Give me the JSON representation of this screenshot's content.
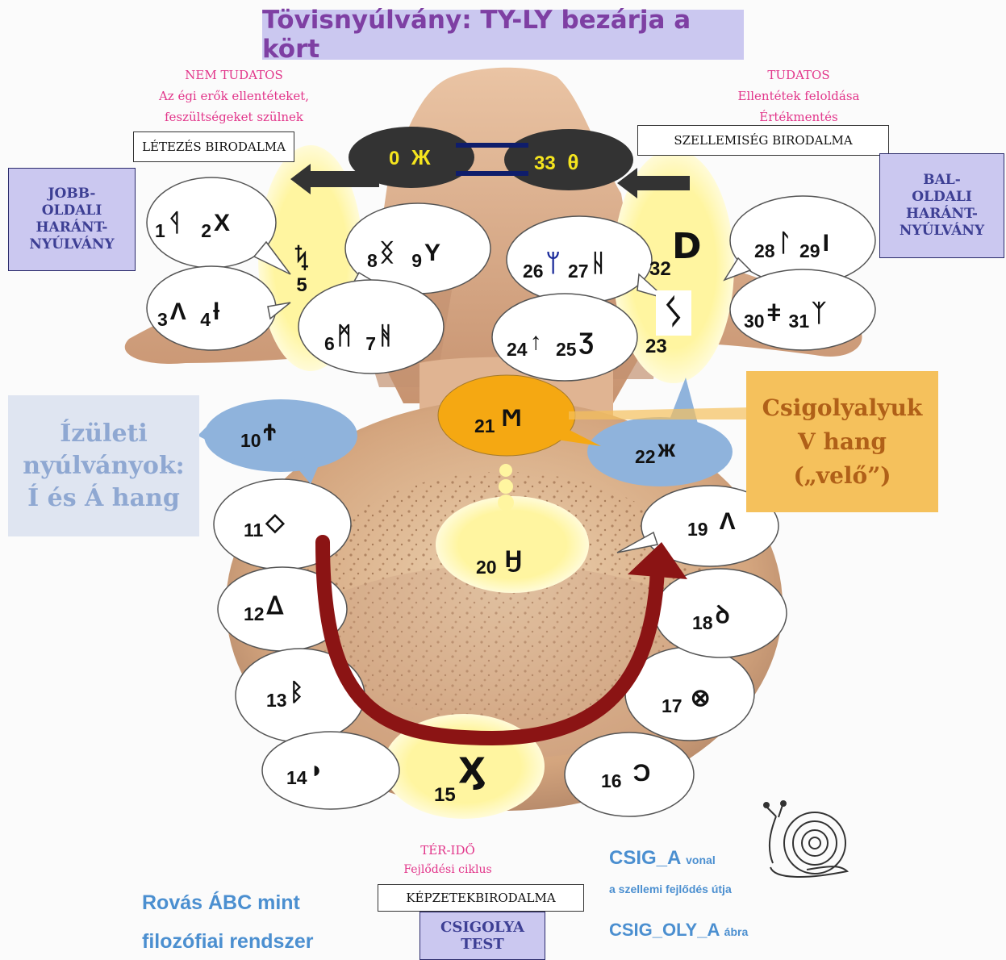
{
  "title": "Tövisnyúlvány: TY-LY bezárja a kört",
  "left_header": {
    "line1": "NEM TUDATOS",
    "line2": "Az égi erők ellentéteket,",
    "line3": "feszültségeket szülnek"
  },
  "right_header": {
    "line1": "TUDATOS",
    "line2": "Ellentétek feloldása",
    "line3": "Értékmentés"
  },
  "boxes": {
    "letezes": "LÉTEZÉS BIRODALMA",
    "szellemiseg": "SZELLEMISÉG BIRODALMA",
    "kepzetek": "KÉPZETEKBIRODALMA"
  },
  "jobb": [
    "JOBB-",
    "OLDALI",
    "HARÁNT-",
    "NYÚLVÁNY"
  ],
  "bal": [
    "BAL-",
    "OLDALI",
    "HARÁNT-",
    "NYÚLVÁNY"
  ],
  "izuleti": [
    "Ízületi",
    "nyúlványok:",
    "Í és Á hang"
  ],
  "csigolyalyuk": [
    "Csigolyalyuk",
    "V hang",
    "(„velő”)"
  ],
  "ter_ido": [
    "TÉR-IDŐ",
    "Fejlődési ciklus"
  ],
  "csigolya_test": [
    "CSIGOLYA",
    "TEST"
  ],
  "rovas": [
    "Rovás ÁBC mint",
    "filozófiai rendszer"
  ],
  "csig_a_main": "CSIG_A",
  "csig_a_small": "vonal",
  "csig_a_line2": "a szellemi fejlődés útja",
  "csig_oly_main": "CSIG_OLY_A",
  "csig_oly_small": "ábra",
  "ovals": {
    "left": {
      "n": "0",
      "g": "Ж"
    },
    "right": {
      "n": "33",
      "g": "θ"
    }
  },
  "runes": {
    "n1": "1",
    "g1": "ᛩ",
    "n2": "2",
    "g2": "X",
    "n3": "3",
    "g3": "Λ",
    "n4": "4",
    "g4": "ƚ",
    "n5": "5",
    "g5": "ᛪ",
    "n6": "6",
    "g6": "ᛗ",
    "n7": "7",
    "g7": "ᚻ",
    "n8": "8",
    "g8": "ᛝ",
    "n9": "9",
    "g9": "Y",
    "n10": "10",
    "g10": "Ϯ",
    "n11": "11",
    "g11": "◇",
    "n12": "12",
    "g12": "ᐃ",
    "n13": "13",
    "g13": "ᛒ",
    "n14": "14",
    "g14": "◗",
    "n15": "15",
    "g15": "Ӽ",
    "n16": "16",
    "g16": "Ͻ",
    "n17": "17",
    "g17": "⊗",
    "n18": "18",
    "g18": "ꝺ",
    "n19": "19",
    "g19": "Λ",
    "n20": "20",
    "g20": "Ӈ",
    "n21": "21",
    "g21": "Ϻ",
    "n22": "22",
    "g22": "ж",
    "n23": "23",
    "g23": "ᛊ",
    "n24": "24",
    "g24": "↑",
    "n25": "25",
    "g25": "Ʒ",
    "n26": "26",
    "g26": "ᛘ",
    "n27": "27",
    "g27": "ᚺ",
    "n28": "28",
    "g28": "ᛚ",
    "n29": "29",
    "g29": "I",
    "n30": "30",
    "g30": "ǂ",
    "n31": "31",
    "g31": "ᛉ",
    "n32": "32",
    "g32": "D"
  },
  "colors": {
    "title_bg": "#cbc8f0",
    "title_text": "#7e3fa3",
    "pink": "#e2358a",
    "blue_bubble": "#8fb3dc",
    "yellow_glow": "#fff5a0",
    "orange_bubble": "#f5a812",
    "orange_box": "#f5c15c",
    "dark_red_arrow": "#8b1414",
    "oval_dark": "#333333"
  }
}
